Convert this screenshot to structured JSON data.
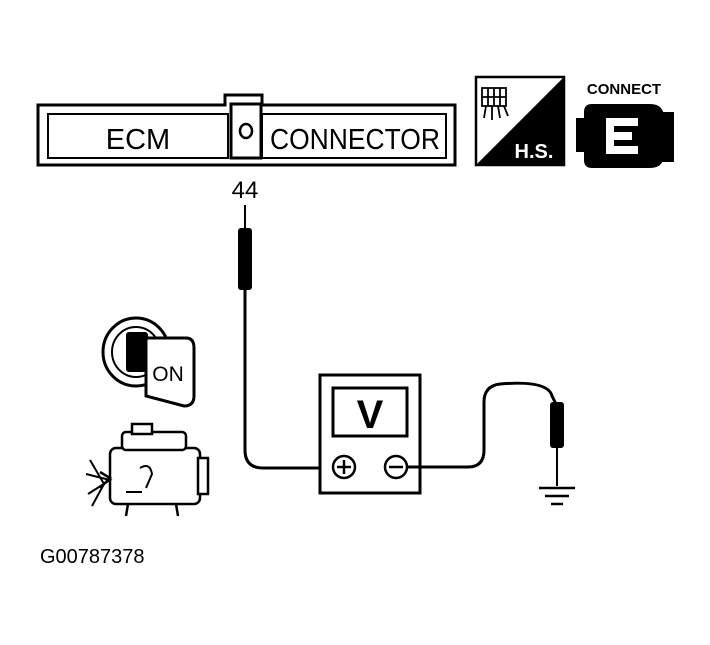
{
  "connector": {
    "left_label": "ECM",
    "right_label": "CONNECTOR",
    "pin_number": "44"
  },
  "hs_badge": {
    "label": "H.S.",
    "icon": "harness-side-connector-icon"
  },
  "connect_badge": {
    "label": "CONNECT",
    "icon": "connector-plug-icon"
  },
  "voltmeter": {
    "symbol": "V",
    "positive": "⊕",
    "negative": "⊖"
  },
  "ignition": {
    "label": "ON",
    "icon": "ignition-key-icon"
  },
  "engine": {
    "icon": "engine-icon"
  },
  "ground": {
    "icon": "ground-symbol-icon"
  },
  "figure_id": "G00787378"
}
